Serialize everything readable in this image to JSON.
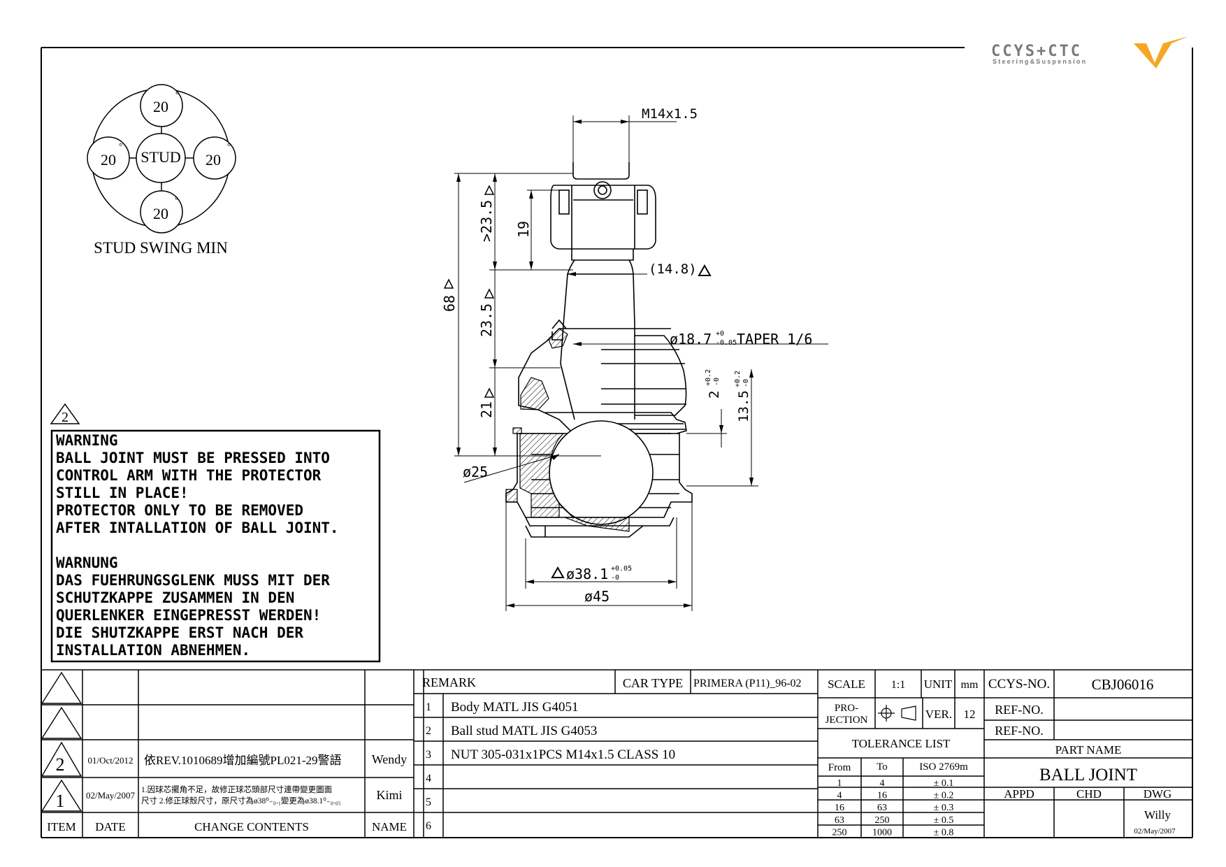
{
  "logo": {
    "brand": "CCYS+CTC",
    "tagline": "Steering&Suspension",
    "accent": "#f5a623",
    "gray": "#7a7a7a"
  },
  "swing": {
    "top": "20",
    "left": "20",
    "right": "20",
    "bottom": "20",
    "deg": "°",
    "center": "STUD",
    "caption": "STUD SWING MIN"
  },
  "revision_marker": "2",
  "warning": {
    "en": [
      "WARNING",
      "BALL JOINT MUST BE PRESSED INTO",
      "CONTROL ARM WITH THE PROTECTOR",
      "STILL IN PLACE!",
      "PROTECTOR ONLY TO BE REMOVED",
      "AFTER INTALLATION OF BALL JOINT."
    ],
    "de": [
      "WARNUNG",
      "DAS FUEHRUNGSGLENK MUSS MIT DER",
      "SCHUTZKAPPE ZUSAMMEN IN DEN",
      "QUERLENKER EINGEPRESST WERDEN!",
      "DIE SHUTZKAPPE ERST NACH DER",
      "INSTALLATION ABNEHMEN."
    ]
  },
  "dims": {
    "thread": "M14x1.5",
    "h_total": "68",
    "h_upper": ">23.5",
    "h_nut": "19",
    "h_mid": "23.5",
    "h_lower": "21",
    "d_ref": "(14.8)",
    "taper": "ø18.7",
    "taper_tol_up": "+0",
    "taper_tol_lo": "-0.05",
    "taper_suffix": "TAPER 1/6",
    "h_small": "2",
    "h_small_tol_up": "+0.2",
    "h_small_tol_lo": "-0",
    "h_13": "13.5",
    "h_13_tol_up": "+0.2",
    "h_13_tol_lo": "-0",
    "ball": "ø25",
    "d_body": "ø38.1",
    "d_body_tol_up": "+0.05",
    "d_body_tol_lo": "-0",
    "d_flange": "ø45"
  },
  "revisions": {
    "rows": [
      {
        "item": "",
        "date": "",
        "contents": "",
        "name": ""
      },
      {
        "item": "",
        "date": "",
        "contents": "",
        "name": ""
      },
      {
        "item": "2",
        "date": "01/Oct/2012",
        "contents": "依REV.1010689增加編號PL021-29警語",
        "name": "Wendy"
      },
      {
        "item": "1",
        "date": "02/May/2007",
        "contents": "1.因球芯擺角不足，故修正球芯頭部尺寸連帶變更圖面",
        "contents2": "尺寸  2.修正球殼尺寸，原尺寸為ø38⁰₋₀.₁變更為ø38.1⁰₋₀.₀₅",
        "name": "Kimi"
      }
    ],
    "headers": {
      "item": "ITEM",
      "date": "DATE",
      "contents": "CHANGE CONTENTS",
      "name": "NAME"
    }
  },
  "remarks": {
    "label": "REMARK",
    "car_type_label": "CAR TYPE",
    "car_type": "PRIMERA (P11)_96-02",
    "items": [
      {
        "no": "1",
        "text": "Body MATL JIS G4051"
      },
      {
        "no": "2",
        "text": "Ball stud MATL JIS G4053"
      },
      {
        "no": "3",
        "text": "NUT 305-031x1PCS M14x1.5 CLASS 10"
      },
      {
        "no": "4",
        "text": ""
      },
      {
        "no": "5",
        "text": ""
      },
      {
        "no": "6",
        "text": ""
      }
    ]
  },
  "spec": {
    "scale_label": "SCALE",
    "scale": "1:1",
    "unit_label": "UNIT",
    "unit": "mm",
    "projection_label_1": "PRO-",
    "projection_label_2": "JECTION",
    "ver_label": "VER.",
    "ver": "12",
    "tolerance_title": "TOLERANCE LIST",
    "tol_headers": {
      "from": "From",
      "to": "To",
      "std": "ISO 2769m"
    },
    "tolerances": [
      {
        "from": "1",
        "to": "4",
        "tol": "± 0.1"
      },
      {
        "from": "4",
        "to": "16",
        "tol": "± 0.2"
      },
      {
        "from": "16",
        "to": "63",
        "tol": "± 0.3"
      },
      {
        "from": "63",
        "to": "250",
        "tol": "± 0.5"
      },
      {
        "from": "250",
        "to": "1000",
        "tol": "± 0.8"
      }
    ]
  },
  "title": {
    "ccys_label": "CCYS-NO.",
    "ccys_no": "CBJ06016",
    "ref1_label": "REF-NO.",
    "ref1": "",
    "ref2_label": "REF-NO.",
    "ref2": "",
    "part_name_label": "PART NAME",
    "part_name": "BALL JOINT",
    "appd_label": "APPD",
    "chd_label": "CHD",
    "dwg_label": "DWG",
    "dwg_name": "Willy",
    "dwg_date": "02/May/2007"
  }
}
